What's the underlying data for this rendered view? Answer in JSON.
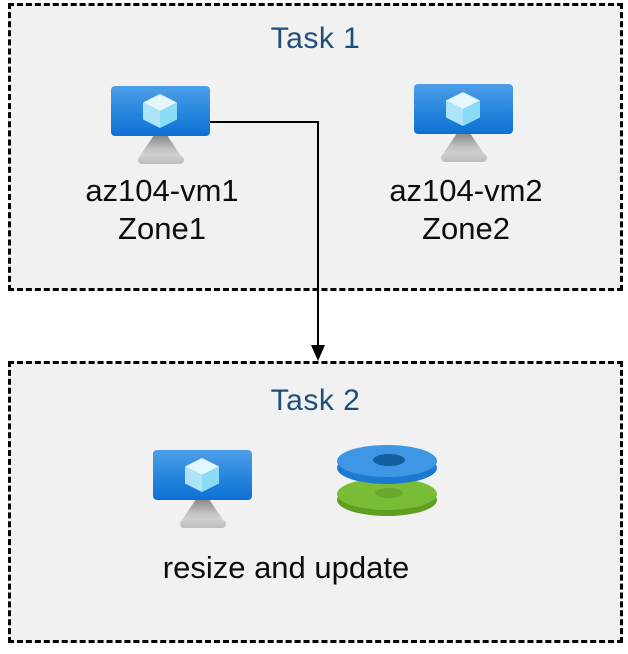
{
  "diagram": {
    "task1": {
      "title": "Task 1",
      "vms": [
        {
          "name": "az104-vm1",
          "zone": "Zone1"
        },
        {
          "name": "az104-vm2",
          "zone": "Zone2"
        }
      ]
    },
    "task2": {
      "title": "Task 2",
      "caption": "resize and update"
    },
    "icons": {
      "vm": "azure-virtual-machine-icon",
      "disks": "azure-managed-disks-icon"
    },
    "colors": {
      "title_text": "#1f4e79",
      "label_text": "#0d0d0d",
      "box_background": "#f1f1f1",
      "box_border": "#000000",
      "arrow": "#000000",
      "vm_screen_top": "#4f9fe9",
      "vm_screen_bottom": "#0e70d4",
      "disk_blue_top": "#3e96e5",
      "disk_blue_side": "#1c79d0",
      "disk_blue_hole": "#135f9e",
      "disk_green_top": "#79bd37",
      "disk_green_side": "#5f9e1f",
      "disk_green_hole": "#67a82e"
    }
  }
}
